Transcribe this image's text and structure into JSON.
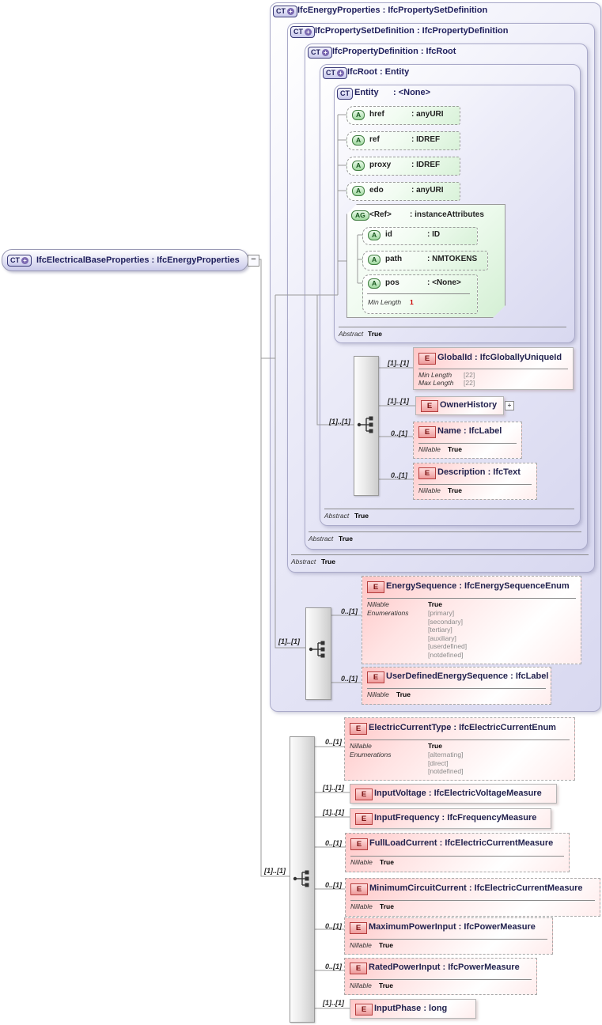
{
  "badges": {
    "ct": "CT",
    "a": "A",
    "ag": "AG",
    "e": "E",
    "plus": "+",
    "minus": "−",
    "expand": "+"
  },
  "colors": {
    "accent_purple": "#8585c2",
    "element_red": "#b43c3c",
    "attr_green": "#3f7d3f",
    "line_gray": "#999999"
  },
  "root_element": {
    "label": "IfcElectricalBaseProperties : IfcEnergyProperties"
  },
  "nested_types": [
    {
      "label": "IfcEnergyProperties : IfcPropertySetDefinition"
    },
    {
      "label": "IfcPropertySetDefinition : IfcPropertyDefinition"
    },
    {
      "label": "IfcPropertyDefinition : IfcRoot"
    },
    {
      "label": "IfcRoot : Entity"
    },
    {
      "name": "Entity",
      "type": ": <None>"
    }
  ],
  "abstract": {
    "label": "Abstract",
    "value": "True"
  },
  "entity_attributes": [
    {
      "name": "href",
      "type": ": anyURI"
    },
    {
      "name": "ref",
      "type": ": IDREF"
    },
    {
      "name": "proxy",
      "type": ": IDREF"
    },
    {
      "name": "edo",
      "type": ": anyURI"
    }
  ],
  "ref_group": {
    "name": "<Ref>",
    "type": ": instanceAttributes",
    "attributes": [
      {
        "name": "id",
        "type": ": ID"
      },
      {
        "name": "path",
        "type": ": NMTOKENS"
      },
      {
        "name": "pos",
        "type": ": <None>",
        "facet_label": "Min Length",
        "facet_value": "1"
      }
    ]
  },
  "ifcroot_sequence": {
    "cardinality": "[1]..[1]",
    "elements": [
      {
        "cardinality": "[1]..[1]",
        "label": "GlobalId : IfcGloballyUniqueId",
        "facet1_label": "Min Length",
        "facet1_value": "[22]",
        "facet2_label": "Max Length",
        "facet2_value": "[22]"
      },
      {
        "cardinality": "[1]..[1]",
        "label": "OwnerHistory"
      },
      {
        "cardinality": "0..[1]",
        "label": "Name : IfcLabel",
        "nillable_label": "Nillable",
        "nillable_value": "True"
      },
      {
        "cardinality": "0..[1]",
        "label": "Description : IfcText",
        "nillable_label": "Nillable",
        "nillable_value": "True"
      }
    ]
  },
  "energy_sequence": {
    "cardinality": "[1]..[1]",
    "elements": [
      {
        "cardinality": "0..[1]",
        "label": "EnergySequence : IfcEnergySequenceEnum",
        "nillable_label": "Nillable",
        "nillable_value": "True",
        "enum_label": "Enumerations",
        "enums": [
          "[primary]",
          "[secondary]",
          "[tertiary]",
          "[auxiliary]",
          "[userdefined]",
          "[notdefined]"
        ]
      },
      {
        "cardinality": "0..[1]",
        "label": "UserDefinedEnergySequence : IfcLabel",
        "nillable_label": "Nillable",
        "nillable_value": "True"
      }
    ]
  },
  "main_sequence": {
    "cardinality": "[1]..[1]",
    "elements": [
      {
        "cardinality": "0..[1]",
        "label": "ElectricCurrentType : IfcElectricCurrentEnum",
        "nillable_label": "Nillable",
        "nillable_value": "True",
        "enum_label": "Enumerations",
        "enums": [
          "[alternating]",
          "[direct]",
          "[notdefined]"
        ]
      },
      {
        "cardinality": "[1]..[1]",
        "label": "InputVoltage : IfcElectricVoltageMeasure"
      },
      {
        "cardinality": "[1]..[1]",
        "label": "InputFrequency : IfcFrequencyMeasure"
      },
      {
        "cardinality": "0..[1]",
        "label": "FullLoadCurrent : IfcElectricCurrentMeasure",
        "nillable_label": "Nillable",
        "nillable_value": "True"
      },
      {
        "cardinality": "0..[1]",
        "label": "MinimumCircuitCurrent : IfcElectricCurrentMeasure",
        "nillable_label": "Nillable",
        "nillable_value": "True"
      },
      {
        "cardinality": "0..[1]",
        "label": "MaximumPowerInput : IfcPowerMeasure",
        "nillable_label": "Nillable",
        "nillable_value": "True"
      },
      {
        "cardinality": "0..[1]",
        "label": "RatedPowerInput : IfcPowerMeasure",
        "nillable_label": "Nillable",
        "nillable_value": "True"
      },
      {
        "cardinality": "[1]..[1]",
        "label": "InputPhase : long"
      }
    ]
  }
}
